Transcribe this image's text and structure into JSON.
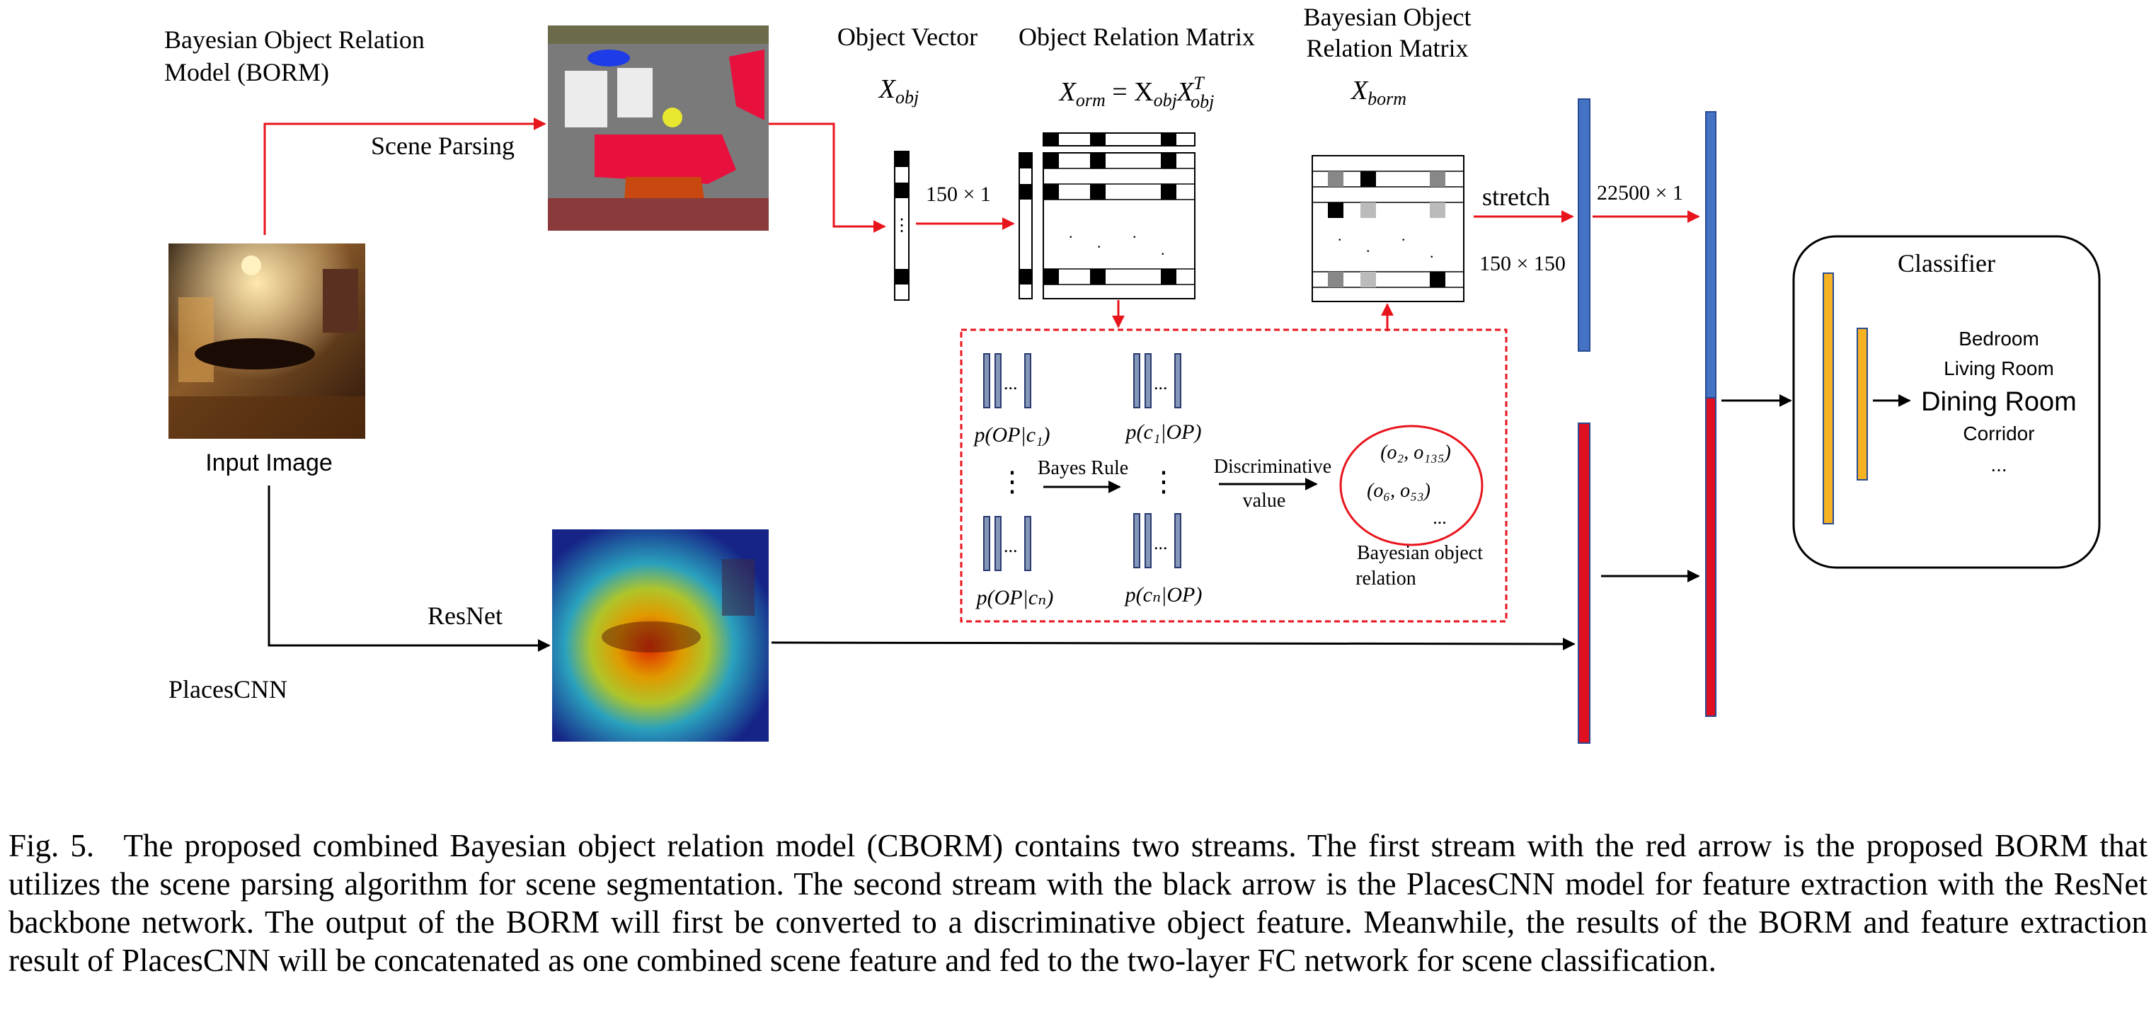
{
  "labels": {
    "borm_title_line1": "Bayesian Object Relation",
    "borm_title_line2": "Model (BORM)",
    "scene_parsing": "Scene Parsing",
    "input_image": "Input Image",
    "resnet": "ResNet",
    "placescnn": "PlacesCNN",
    "object_vector_title": "Object Vector",
    "object_vector_symbol": "X",
    "object_vector_sub": "obj",
    "orm_title": "Object Relation Matrix",
    "orm_formula": "X",
    "orm_sub": "orm",
    "orm_eq": " = X",
    "orm_sub2": "obj",
    "orm_x3": "X",
    "orm_sup": "T",
    "orm_sub3": "obj",
    "borm_matrix_title_line1": "Bayesian Object",
    "borm_matrix_title_line2": "Relation Matrix",
    "borm_symbol": "X",
    "borm_sub": "borm",
    "dim_150x1": "150 × 1",
    "stretch": "stretch",
    "dim_150x150": "150 × 150",
    "dim_22500x1": "22500 × 1",
    "classifier": "Classifier"
  },
  "bayes_box": {
    "p_op_c1": "p(OP|c₁)",
    "p_c1_op": "p(c₁|OP)",
    "p_op_cn": "p(OP|cₙ)",
    "p_cn_op": "p(cₙ|OP)",
    "bayes_rule": "Bayes Rule",
    "discriminative": "Discriminative",
    "value": "value",
    "pair1": "(o₂, o₁₃₅)",
    "pair2": "(o₆, o₅₃)",
    "pair_dots": "...",
    "relation_line1": "Bayesian object",
    "relation_line2": "relation",
    "dots": "...",
    "vdots": "⋮"
  },
  "classes": [
    "Bedroom",
    "Living Room",
    "Dining Room",
    "Corridor",
    "..."
  ],
  "caption": {
    "fig_label": "Fig. 5.",
    "text": "The proposed combined Bayesian object relation model (CBORM) contains two streams. The first stream with the red arrow is the proposed BORM that utilizes the scene parsing algorithm for scene segmentation. The second stream with the black arrow is the PlacesCNN model for feature extraction with the ResNet backbone network. The output of the BORM will first be converted to a discriminative object feature. Meanwhile, the results of the BORM and feature extraction result of PlacesCNN will be concatenated as one combined scene feature and fed to the two-layer FC network for scene classification."
  },
  "colors": {
    "red_arrow": "#e8141c",
    "black_arrow": "#000000",
    "blue_bar": "#4472c4",
    "red_bar": "#e01020",
    "yellow_bar": "#f5b323",
    "dist_bar": "#8497b8"
  }
}
